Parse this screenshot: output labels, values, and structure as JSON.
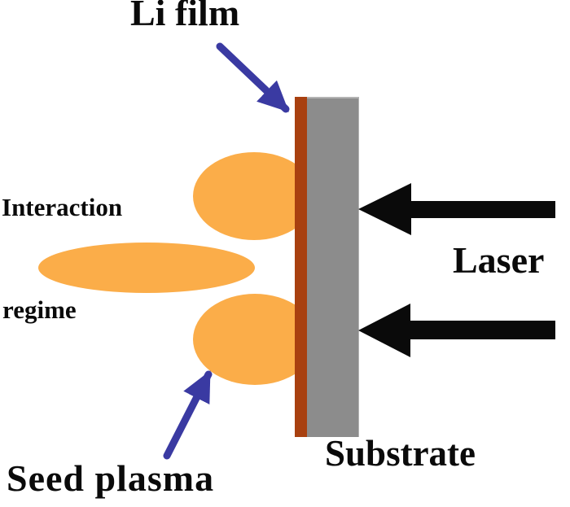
{
  "figure": {
    "labels": {
      "li_film": "Li film",
      "interaction_line1": "Interaction",
      "interaction_line2": "regime",
      "seed_plasma": "Seed plasma",
      "laser": "Laser",
      "substrate": "Substrate"
    },
    "shapes": {
      "plasma_plumes": 3,
      "laser_beams": 2,
      "annotation_arrows": 2
    }
  },
  "colors": {
    "plasma-orange": "#FBAD49",
    "film-brown": "#A84010",
    "substrate-gray": "#8C8C8C",
    "substrate-edge": "#B3B3B3",
    "arrow-blue": "#3A3AA2",
    "ink-black": "#0A0A0A",
    "background": "#FFFFFF"
  }
}
